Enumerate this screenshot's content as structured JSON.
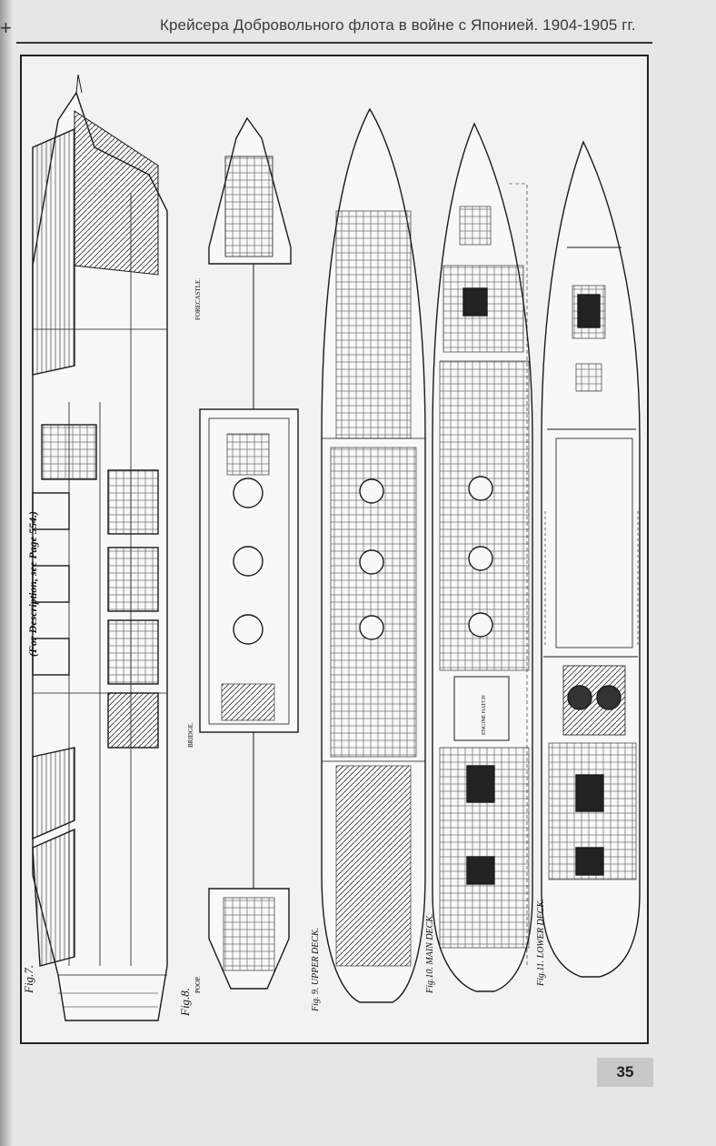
{
  "header": {
    "title": "Крейсера Добровольного флота в войне с Японией. 1904-1905 гг."
  },
  "figure": {
    "description_note": "(For Description, see Page 554.)",
    "fig7_label": "Fig.7.",
    "fig8_label": "Fig.8.",
    "fig8_poop": "POOP.",
    "fig8_bridge": "BRIDGE.",
    "fig8_forecastle": "FORECASTLE.",
    "fig9_label": "Fig. 9. UPPER DECK.",
    "fig10_label": "Fig.10. MAIN DECK.",
    "fig10_engine_hatch": "ENGINE HATCH",
    "fig11_label": "Fig.11. LOWER DECK."
  },
  "footer": {
    "page_number": "35"
  }
}
